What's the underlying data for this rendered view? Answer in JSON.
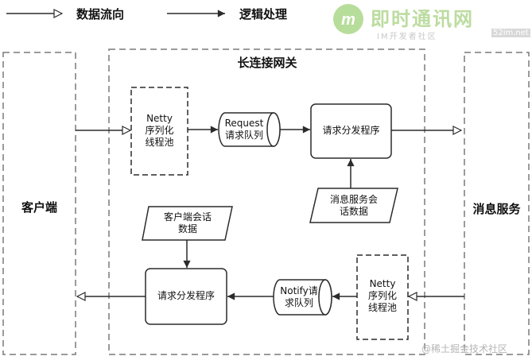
{
  "legend": {
    "data_flow": "数据流向",
    "logic_processing": "逻辑处理"
  },
  "watermark": {
    "site_name": "即时通讯网",
    "site_sub": "IM开发者社区",
    "site_url": "52im.net",
    "footer": "@稀土掘金技术社区"
  },
  "nodes": {
    "client": "客户端",
    "gateway": "长连接网关",
    "message_service": "消息服务",
    "netty_pool_in": [
      "Netty",
      "序列化",
      "线程池"
    ],
    "request_queue": [
      "Request",
      "请求队列"
    ],
    "dispatcher_top": "请求分发程序",
    "message_session_data": [
      "消息服务会",
      "话数据"
    ],
    "client_session_data": [
      "客户端会话",
      "数据"
    ],
    "dispatcher_bottom": "请求分发程序",
    "notify_queue": [
      "Notify请",
      "求队列"
    ],
    "netty_pool_out": [
      "Netty",
      "序列化",
      "线程池"
    ]
  },
  "colors": {
    "line": "#2b2b2b",
    "dashed_border": "#7a7a7a",
    "watermark_green": "#7ec24a",
    "watermark_text": "#cccccc"
  }
}
